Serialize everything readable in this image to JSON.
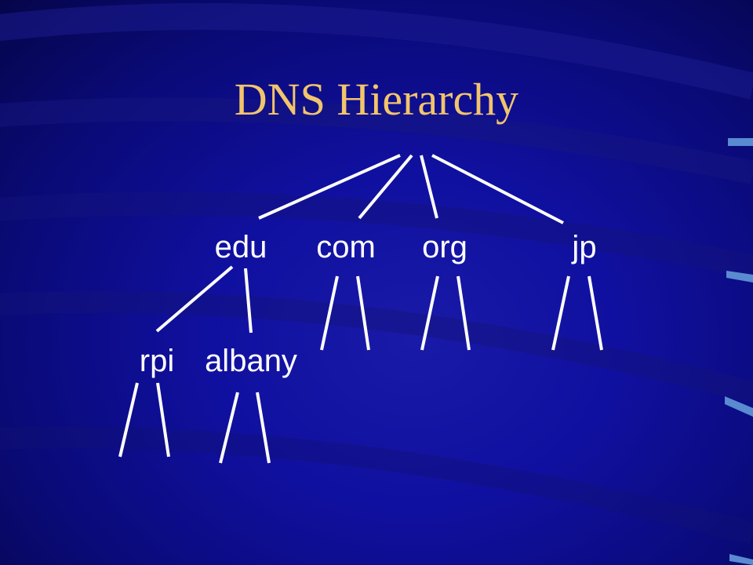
{
  "slide": {
    "title": "DNS Hierarchy",
    "colors": {
      "background": "#0b0b6e",
      "title": "#f2c46c",
      "label": "#ffffff",
      "edge": "#ffffff",
      "accent": "#5a8ad0"
    }
  },
  "tree": {
    "top_level": [
      {
        "id": "edu",
        "label": "edu"
      },
      {
        "id": "com",
        "label": "com"
      },
      {
        "id": "org",
        "label": "org"
      },
      {
        "id": "jp",
        "label": "jp"
      }
    ],
    "edu_children": [
      {
        "id": "rpi",
        "label": "rpi"
      },
      {
        "id": "albany",
        "label": "albany"
      }
    ]
  }
}
